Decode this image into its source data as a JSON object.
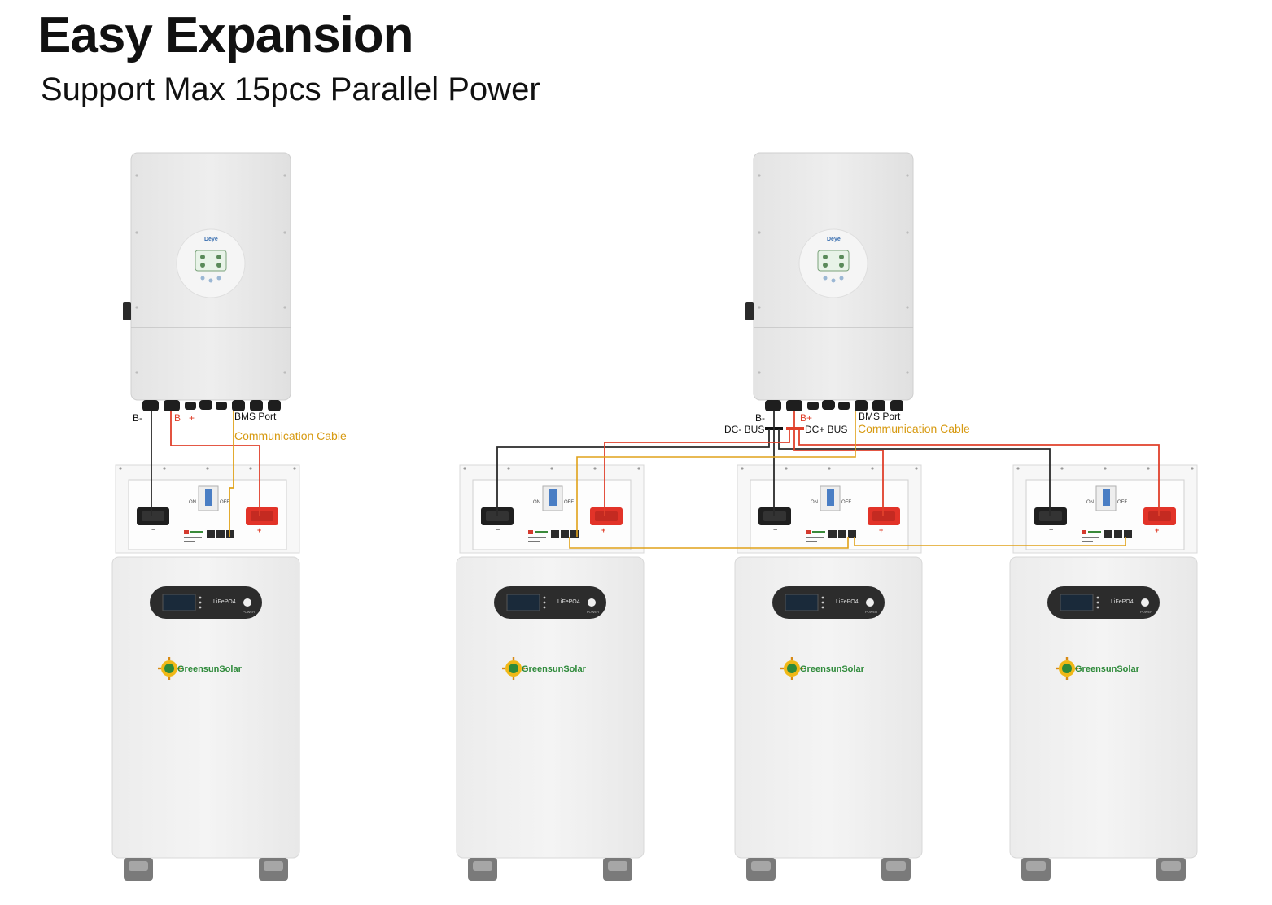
{
  "header": {
    "title": "Easy Expansion",
    "subtitle": "Support Max 15pcs Parallel Power"
  },
  "colors": {
    "negative_cable": "#2a2a2a",
    "positive_cable": "#e0402b",
    "communication_cable": "#e0a21a",
    "positive_label": "#e0402b",
    "communication_label": "#d79a12"
  },
  "inverter": {
    "brand": "Deye"
  },
  "left_system": {
    "b_minus": "B-",
    "b": "B",
    "plus": "+",
    "bms_port": "BMS Port",
    "communication_cable": "Communication Cable"
  },
  "right_system": {
    "b_minus": "B-",
    "b_plus": "B+",
    "dc_minus_bus": "DC- BUS",
    "dc_plus_bus": "DC+ BUS",
    "bms_port": "BMS Port",
    "communication_cable": "Communication Cable"
  },
  "battery": {
    "switch_on": "ON",
    "switch_off": "OFF",
    "terminal_minus": "−",
    "terminal_plus": "+",
    "display_label": "LiFePO4",
    "power_label": "POWER",
    "logo_text": "GreensunSolar"
  }
}
